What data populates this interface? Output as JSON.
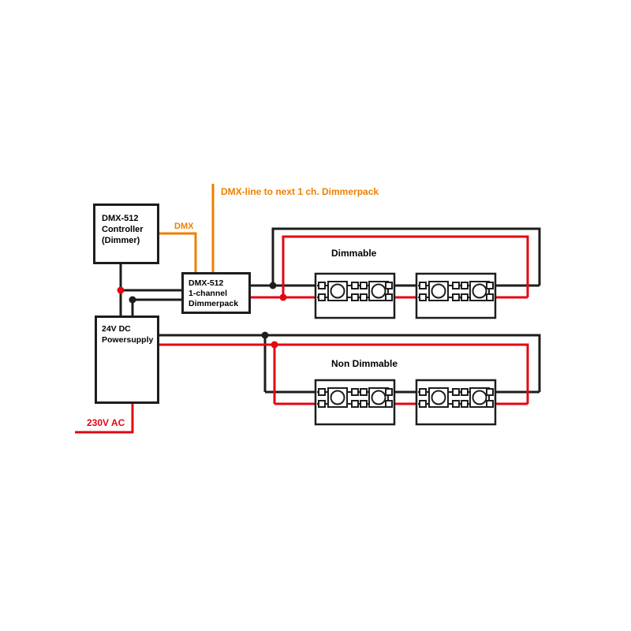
{
  "colors": {
    "wire_black": "#1d1d1b",
    "wire_red": "#e30613",
    "wire_orange": "#ee7f00",
    "background": "#ffffff",
    "text": "#000000"
  },
  "note_top": "DMX-line to next 1 ch. Dimmerpack",
  "dmx_label": "DMX",
  "controller": {
    "line1": "DMX-512",
    "line2": "Controller",
    "line3": "(Dimmer)"
  },
  "dimmerpack": {
    "line1": "DMX-512",
    "line2": "1-channel",
    "line3": "Dimmerpack"
  },
  "powersupply": {
    "line1": "24V DC",
    "line2": "Powersupply"
  },
  "group1_label": "Dimmable",
  "group2_label": "Non Dimmable",
  "mains_label": "230V AC"
}
